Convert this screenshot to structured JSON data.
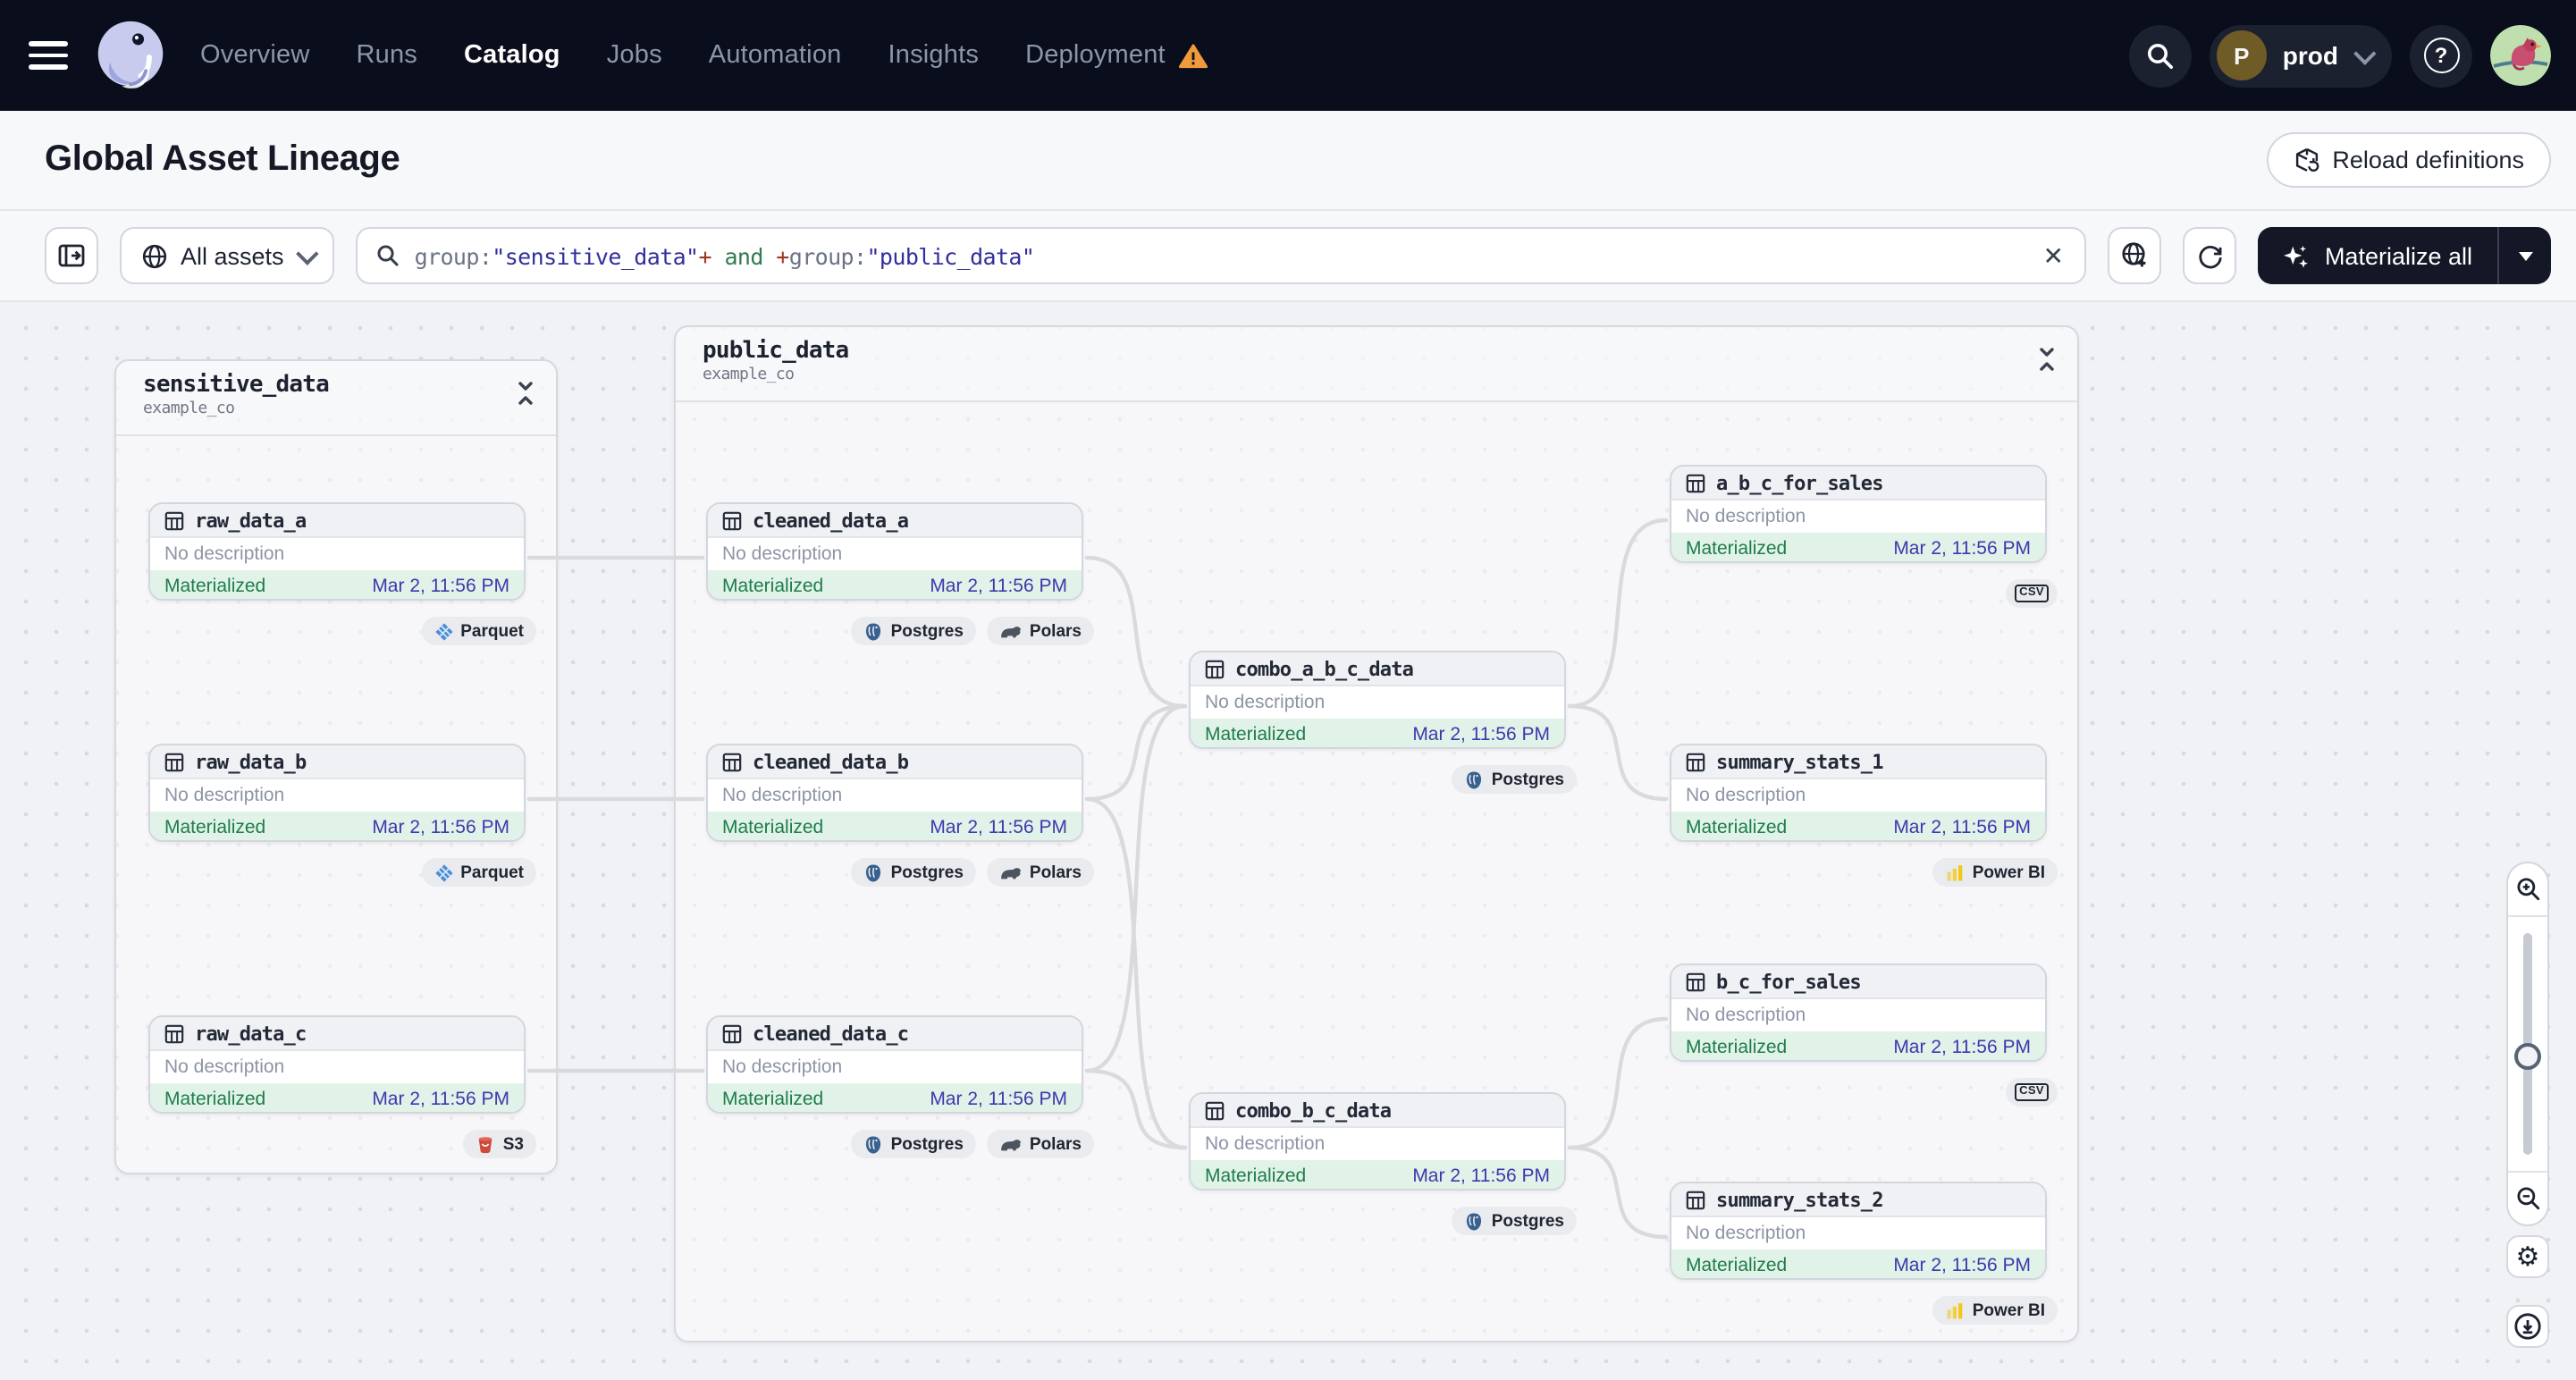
{
  "nav": {
    "menu_items": [
      "Overview",
      "Runs",
      "Catalog",
      "Jobs",
      "Automation",
      "Insights",
      "Deployment"
    ],
    "active_item": "Catalog",
    "deployment_warning": true,
    "environment": {
      "initial": "P",
      "name": "prod"
    }
  },
  "page": {
    "title": "Global Asset Lineage",
    "reload_button_label": "Reload definitions"
  },
  "toolbar": {
    "assets_filter_label": "All assets",
    "search_query": "group:\"sensitive_data\"+ and +group:\"public_data\"",
    "search_tokens": [
      {
        "text": "group:",
        "kind": "key"
      },
      {
        "text": "\"sensitive_data\"",
        "kind": "string"
      },
      {
        "text": "+",
        "kind": "plus"
      },
      {
        "text": " and ",
        "kind": "and"
      },
      {
        "text": "+",
        "kind": "plus"
      },
      {
        "text": "group:",
        "kind": "key"
      },
      {
        "text": "\"public_data\"",
        "kind": "string"
      }
    ],
    "materialize_button_label": "Materialize all"
  },
  "colors": {
    "nav_background": "#0a0d1b",
    "warning_orange": "#ef9b3d",
    "materialized_green": "#1e7c4c",
    "timestamp_indigo": "#3d38ae",
    "powerbi_yellow": "#f2c811",
    "parquet_blue": "#4a8fd4",
    "postgres_blue": "#39618f",
    "s3_red": "#cf4a3c"
  },
  "lineage": {
    "groups": [
      {
        "name": "sensitive_data",
        "location": "example_co",
        "assets": [
          {
            "name": "raw_data_a",
            "description": "No description",
            "status": "Materialized",
            "timestamp": "Mar 2, 11:56 PM",
            "badges": [
              {
                "label": "Parquet",
                "icon": "parquet-icon"
              }
            ]
          },
          {
            "name": "raw_data_b",
            "description": "No description",
            "status": "Materialized",
            "timestamp": "Mar 2, 11:56 PM",
            "badges": [
              {
                "label": "Parquet",
                "icon": "parquet-icon"
              }
            ]
          },
          {
            "name": "raw_data_c",
            "description": "No description",
            "status": "Materialized",
            "timestamp": "Mar 2, 11:56 PM",
            "badges": [
              {
                "label": "S3",
                "icon": "s3-icon"
              }
            ]
          }
        ]
      },
      {
        "name": "public_data",
        "location": "example_co",
        "assets": [
          {
            "name": "cleaned_data_a",
            "description": "No description",
            "status": "Materialized",
            "timestamp": "Mar 2, 11:56 PM",
            "badges": [
              {
                "label": "Postgres",
                "icon": "postgres-icon"
              },
              {
                "label": "Polars",
                "icon": "polars-icon"
              }
            ]
          },
          {
            "name": "cleaned_data_b",
            "description": "No description",
            "status": "Materialized",
            "timestamp": "Mar 2, 11:56 PM",
            "badges": [
              {
                "label": "Postgres",
                "icon": "postgres-icon"
              },
              {
                "label": "Polars",
                "icon": "polars-icon"
              }
            ]
          },
          {
            "name": "cleaned_data_c",
            "description": "No description",
            "status": "Materialized",
            "timestamp": "Mar 2, 11:56 PM",
            "badges": [
              {
                "label": "Postgres",
                "icon": "postgres-icon"
              },
              {
                "label": "Polars",
                "icon": "polars-icon"
              }
            ]
          },
          {
            "name": "combo_a_b_c_data",
            "description": "No description",
            "status": "Materialized",
            "timestamp": "Mar 2, 11:56 PM",
            "badges": [
              {
                "label": "Postgres",
                "icon": "postgres-icon"
              }
            ]
          },
          {
            "name": "combo_b_c_data",
            "description": "No description",
            "status": "Materialized",
            "timestamp": "Mar 2, 11:56 PM",
            "badges": [
              {
                "label": "Postgres",
                "icon": "postgres-icon"
              }
            ]
          },
          {
            "name": "a_b_c_for_sales",
            "description": "No description",
            "status": "Materialized",
            "timestamp": "Mar 2, 11:56 PM",
            "badges": [
              {
                "label": "CSV",
                "icon": "csv-icon"
              }
            ]
          },
          {
            "name": "summary_stats_1",
            "description": "No description",
            "status": "Materialized",
            "timestamp": "Mar 2, 11:56 PM",
            "badges": [
              {
                "label": "Power BI",
                "icon": "powerbi-icon"
              }
            ]
          },
          {
            "name": "b_c_for_sales",
            "description": "No description",
            "status": "Materialized",
            "timestamp": "Mar 2, 11:56 PM",
            "badges": [
              {
                "label": "CSV",
                "icon": "csv-icon"
              }
            ]
          },
          {
            "name": "summary_stats_2",
            "description": "No description",
            "status": "Materialized",
            "timestamp": "Mar 2, 11:56 PM",
            "badges": [
              {
                "label": "Power BI",
                "icon": "powerbi-icon"
              }
            ]
          }
        ]
      }
    ]
  }
}
